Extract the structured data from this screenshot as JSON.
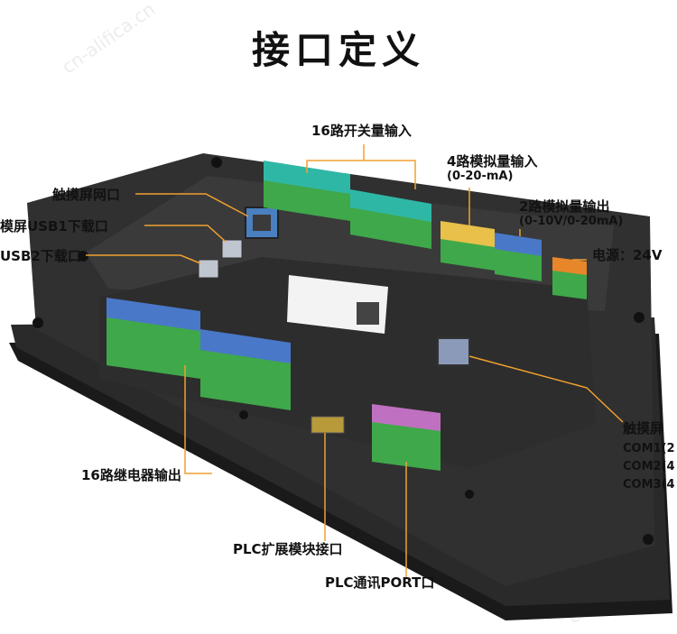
{
  "title": "接口定义",
  "watermarks": [
    "cn-alifica.cn",
    "cn-alifica.cn",
    "cn-alifica.cn"
  ],
  "labels": {
    "digital_in": "16路开关量输入",
    "analog_in": "4路模拟量输入",
    "analog_in_range": "(0-20-mA)",
    "analog_out": "2路模拟量输出",
    "analog_out_range": "(0-10V/0-20mA)",
    "power": "电源：24V",
    "touch_network": "触摸屏网口",
    "touch_usb1": "模屏USB1下载口",
    "usb2": "USB2下载口",
    "relay_out": "16路继电器输出",
    "plc_ext": "PLC扩展模块接口",
    "plc_port": "PLC通讯PORT口",
    "touch_serial": "触摸屏",
    "com1": "COM1(2",
    "com2": "COM2(4",
    "com3": "COM3(4"
  },
  "colors": {
    "leader": "#f0a030",
    "panel": "#2b2b2b",
    "terminal_green": "#3fa84a",
    "terminal_teal": "#2fb7a6",
    "terminal_yellow": "#e8c04a",
    "terminal_blue": "#4a78c8",
    "terminal_orange": "#e8862a",
    "terminal_purple": "#c070c0"
  }
}
